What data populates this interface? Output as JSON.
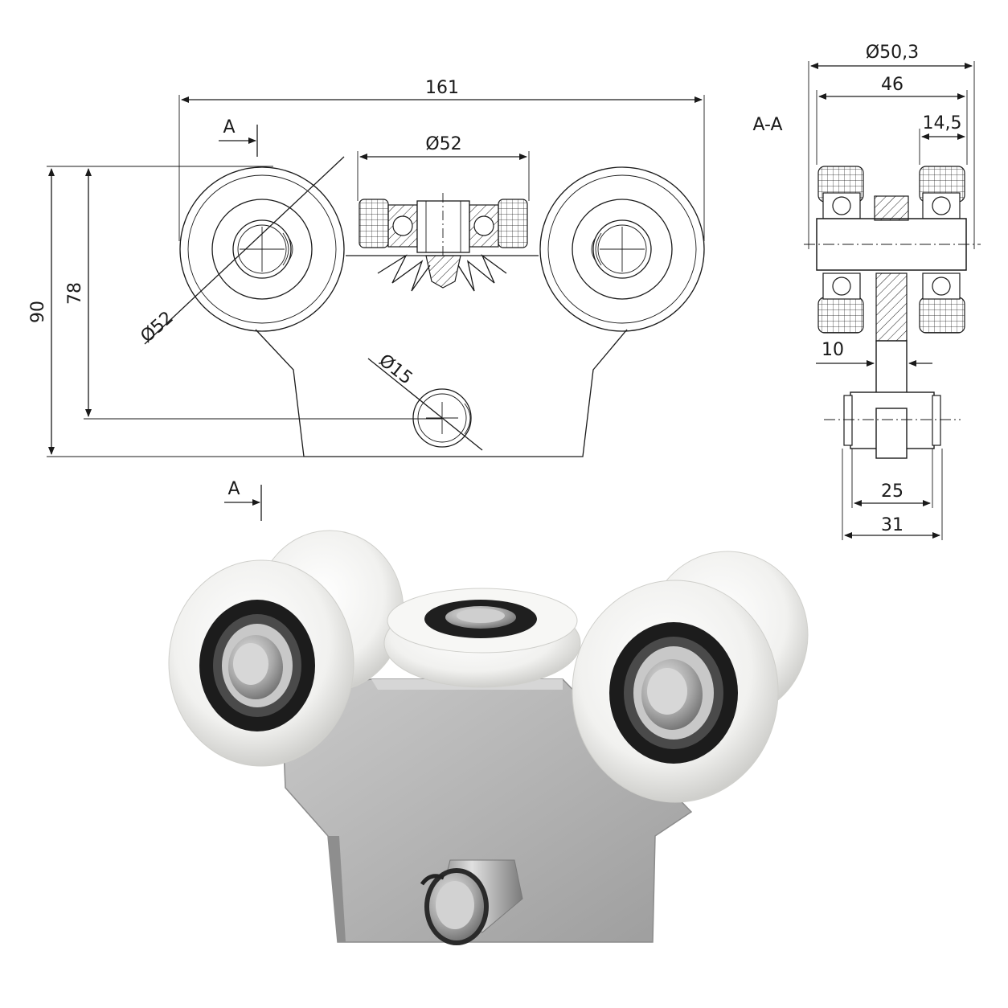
{
  "drawing": {
    "dim_overall_width": "161",
    "dim_overall_height": "90",
    "dim_axis_height": "78",
    "dim_roller_diameter": "Ø52",
    "dim_center_roller_diameter": "Ø52",
    "dim_pin_diameter": "Ø15",
    "section_marker_top": "A",
    "section_marker_bottom": "A",
    "section_title": "A-A",
    "dim_outer_diameter": "Ø50,3",
    "dim_width_46": "46",
    "dim_width_14_5": "14,5",
    "dim_plate_10": "10",
    "dim_axle_25": "25",
    "dim_axle_31": "31"
  },
  "colors": {
    "line": "#1a1a1a",
    "roller_white": "#f4f4f2",
    "steel": "#b9b9b9",
    "bearing_black": "#1c1c1c"
  }
}
